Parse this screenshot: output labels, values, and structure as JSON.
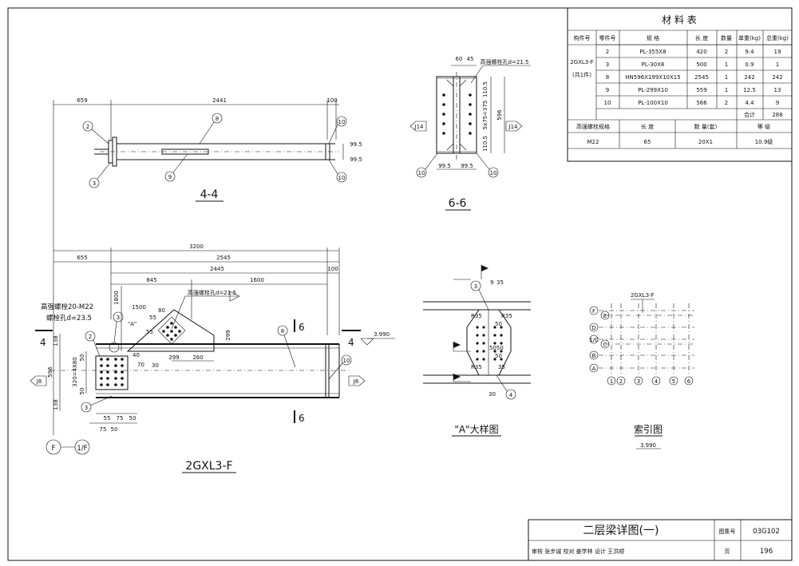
{
  "material_table": {
    "title": "材 料 表",
    "headers": [
      "构件号",
      "零件号",
      "规 格",
      "长 度",
      "数量",
      "单重(kg)",
      "总重(kg)"
    ],
    "member": "2GXL3-F",
    "member_count": "(共1件)",
    "rows": [
      [
        "2",
        "PL-355X8",
        "420",
        "2",
        "9.4",
        "19"
      ],
      [
        "3",
        "PL-30X8",
        "500",
        "1",
        "0.9",
        "1"
      ],
      [
        "8",
        "HN596X199X10X15",
        "2545",
        "1",
        "242",
        "242"
      ],
      [
        "9",
        "PL-299X10",
        "559",
        "1",
        "12.5",
        "13"
      ],
      [
        "10",
        "PL-100X10",
        "566",
        "2",
        "4.4",
        "9"
      ]
    ],
    "total_label": "合计",
    "total_value": "288",
    "bolt_headers": [
      "高强螺栓规格",
      "长 度",
      "数 量(套)",
      "等 级"
    ],
    "bolt_row": [
      "M22",
      "65",
      "20X1",
      "10.9级"
    ]
  },
  "view_44": {
    "dims": [
      "659",
      "2441",
      "100"
    ],
    "side_dims": [
      "99.5",
      "99.5"
    ],
    "callouts": [
      "2",
      "3",
      "8",
      "9",
      "10",
      "10"
    ],
    "title": "4-4"
  },
  "view_66": {
    "top_dims": [
      "60",
      "45"
    ],
    "hole_label": "高强螺栓孔d=21.5",
    "side_dims": [
      "110.5",
      "5x75=375",
      "110.5"
    ],
    "height": "596",
    "bottom_dims": [
      "99.5",
      "99.5"
    ],
    "j_left": "J14",
    "j_right": "J14",
    "callouts": [
      "10",
      "10"
    ],
    "title": "6-6"
  },
  "main_view": {
    "dims_top": [
      "3200",
      "655",
      "2545",
      "2445",
      "100",
      "845",
      "1600"
    ],
    "bolt_label": "高强螺栓20-M22",
    "bolt_hole_label": "螺栓孔d=23.5",
    "hole_label": "高强螺栓孔d=21.5",
    "section_mark": "4",
    "section_mark_right": "4",
    "section_6": "6",
    "elevation": "3.990",
    "dims_misc": [
      "1800",
      "1500",
      "55",
      "80",
      "55",
      "299",
      "260",
      "299",
      "40",
      "70",
      "30"
    ],
    "left_dims": [
      "138",
      "596",
      "138",
      "50",
      "50",
      "320=4X80"
    ],
    "bottom_dims": [
      "55",
      "75",
      "50",
      "75",
      "50",
      "50"
    ],
    "detail_ref": "\"A\"",
    "j_left": "J8",
    "j_right": "J8",
    "callouts": [
      "2",
      "3",
      "3",
      "8",
      "10"
    ],
    "axis_f": "F",
    "axis_1f": "1/F",
    "title": "2GXL3-F"
  },
  "detail_a": {
    "labels": [
      "3",
      "9",
      "35",
      "R35",
      "R35",
      "50",
      "5050",
      "50",
      "R35",
      "35",
      "30",
      "4"
    ],
    "title": "\"A\"大样图"
  },
  "index_view": {
    "member": "2GXL3-F",
    "rows": [
      "F",
      "E",
      "D",
      "1/C",
      "C",
      "B",
      "A"
    ],
    "cols": [
      "1",
      "2",
      "3",
      "4",
      "5",
      "6"
    ],
    "title": "索引图",
    "elevation": "3.990"
  },
  "title_block": {
    "drawing_title": "二层梁详图(一)",
    "atlas_label": "图集号",
    "atlas_value": "03G102",
    "page_label": "页",
    "page_value": "196",
    "sign_row": "审核 张步诚 校对 姜学林 设计 王洪顺"
  }
}
